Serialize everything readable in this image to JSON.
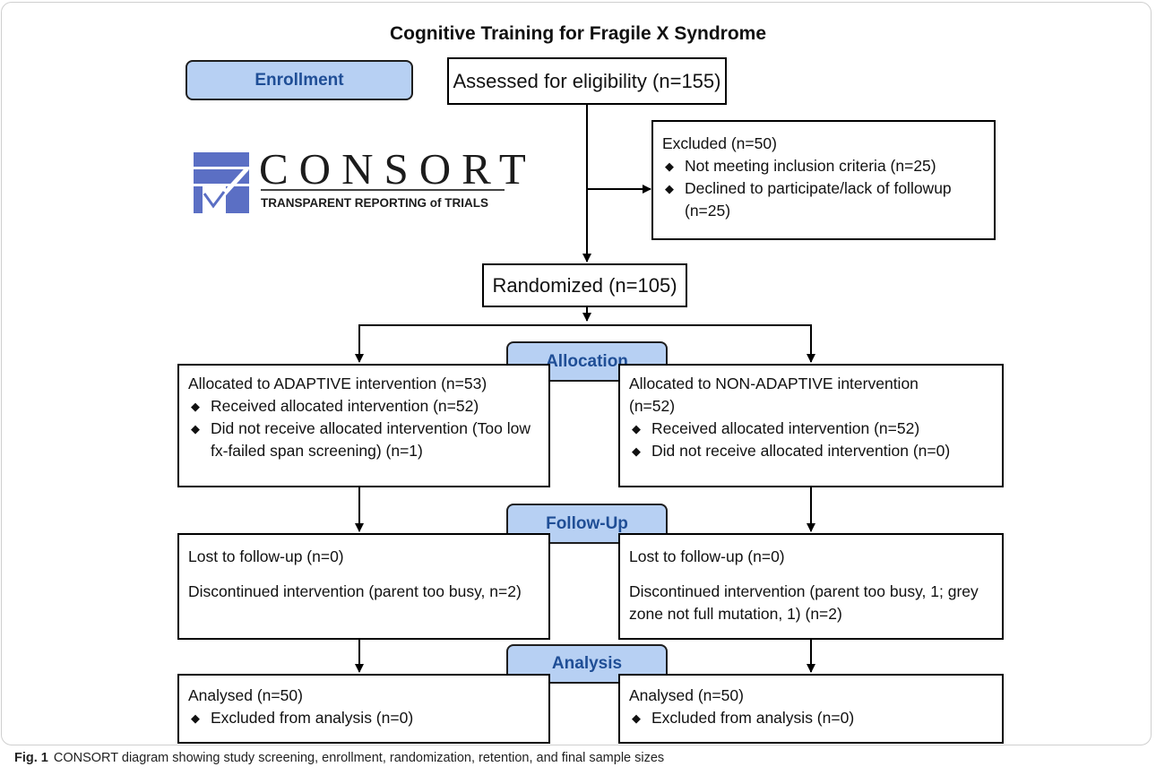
{
  "title": "Cognitive Training for Fragile X Syndrome",
  "stages": {
    "enrollment": "Enrollment",
    "allocation": "Allocation",
    "follow_up": "Follow-Up",
    "analysis": "Analysis"
  },
  "logo": {
    "word": "CONSORT",
    "tagline": "TRANSPARENT REPORTING of TRIALS",
    "icon": "consort-checkbox-logo",
    "color": "#5b6fc4"
  },
  "assessed": "Assessed for eligibility (n=155)",
  "excluded": {
    "heading": "Excluded (n=50)",
    "items": [
      "Not meeting inclusion criteria (n=25)",
      "Declined to participate/lack of followup (n=25)"
    ]
  },
  "randomized": "Randomized (n=105)",
  "allocation": {
    "left": {
      "heading": "Allocated to ADAPTIVE intervention (n=53)",
      "items": [
        "Received allocated intervention (n=52)",
        "Did not receive allocated intervention (Too low fx-failed span screening) (n=1)"
      ]
    },
    "right": {
      "heading": "Allocated to NON-ADAPTIVE intervention (n=52)",
      "items": [
        "Received allocated intervention (n=52)",
        "Did not receive allocated intervention (n=0)"
      ]
    }
  },
  "follow_up": {
    "left": {
      "lost": "Lost to follow-up (n=0)",
      "discontinued": "Discontinued intervention (parent too busy, n=2)"
    },
    "right": {
      "lost": "Lost to follow-up (n=0)",
      "discontinued": "Discontinued intervention (parent too busy, 1; grey zone not full mutation, 1) (n=2)"
    }
  },
  "analysis": {
    "left": {
      "heading": "Analysed (n=50)",
      "items": [
        "Excluded from analysis (n=0)"
      ]
    },
    "right": {
      "heading": "Analysed (n=50)",
      "items": [
        "Excluded from analysis (n=0)"
      ]
    }
  },
  "caption": {
    "label": "Fig. 1",
    "text": "CONSORT diagram showing study screening, enrollment, randomization, retention, and final sample sizes"
  },
  "colors": {
    "stage_fill": "#b7d0f3",
    "stage_text": "#1f4e96",
    "line": "#000000"
  }
}
